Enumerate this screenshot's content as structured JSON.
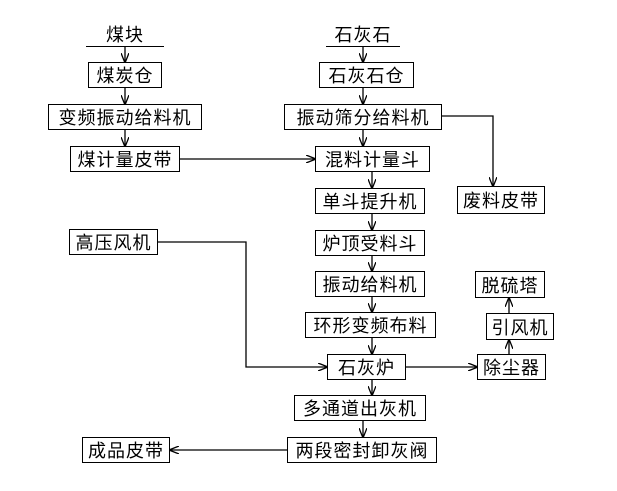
{
  "diagram": {
    "inputs": {
      "coal": "煤块",
      "limestone": "石灰石"
    },
    "nodes": {
      "coal_bin": "煤炭仓",
      "vfd_vibrating_feeder": "变频振动给料机",
      "coal_weigh_belt": "煤计量皮带",
      "limestone_bin": "石灰石仓",
      "vibrating_screen_feeder": "振动筛分给料机",
      "mixing_hopper": "混料计量斗",
      "bucket_elevator": "单斗提升机",
      "kiln_top_hopper": "炉顶受料斗",
      "vibrating_feeder": "振动给料机",
      "ring_vfd_distributor": "环形变频布料",
      "lime_kiln": "石灰炉",
      "multi_channel_discharger": "多通道出灰机",
      "two_stage_sealed_valve": "两段密封卸灰阀",
      "product_belt": "成品皮带",
      "waste_belt": "废料皮带",
      "hp_blower": "高压风机",
      "dust_collector": "除尘器",
      "induced_draft_fan": "引风机",
      "desulfurization_tower": "脱硫塔"
    }
  }
}
